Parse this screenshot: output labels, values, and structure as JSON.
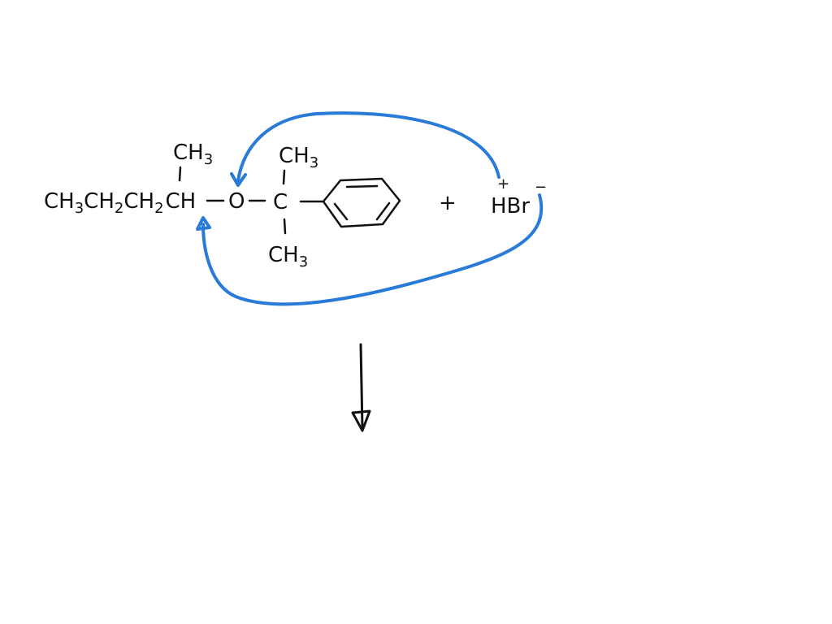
{
  "reaction": {
    "main_chain": {
      "main": "CH",
      "sub1": "3",
      "mid1": "CH",
      "sub2": "2",
      "mid2": "CH",
      "sub3": "2",
      "end": "CH"
    },
    "top_methyl_left": {
      "main": "CH",
      "sub": "3"
    },
    "oxygen": "O",
    "quaternary_carbon": "C",
    "top_methyl_right": {
      "main": "CH",
      "sub": "3"
    },
    "bottom_methyl_right": {
      "main": "CH",
      "sub": "3"
    },
    "plus_sign": "+",
    "reagent": "HBr",
    "reagent_positive_charge": "+",
    "reagent_negative_charge": "−"
  },
  "colors": {
    "ink": "#111111",
    "arrow_blue": "#2a7bd8"
  },
  "icons": {
    "benzene": "benzene-ring-icon",
    "reaction_arrow": "down-arrow-icon"
  }
}
